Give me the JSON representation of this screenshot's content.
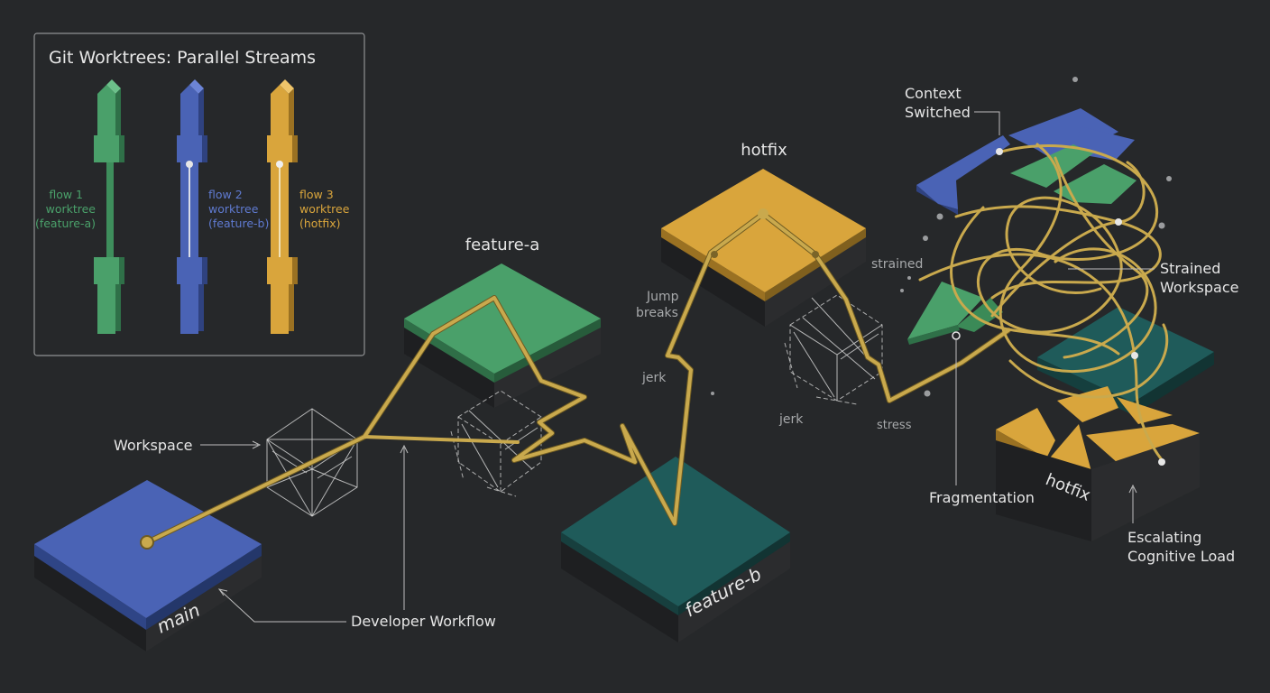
{
  "legend": {
    "title": "Git Worktrees: Parallel Streams",
    "flows": [
      {
        "lines": [
          "flow 1",
          "worktree",
          "(feature-a)"
        ],
        "color": "#4aa06a"
      },
      {
        "lines": [
          "flow 2",
          "worktree",
          "(feature-b)"
        ],
        "color": "#4a63b5"
      },
      {
        "lines": [
          "flow 3",
          "worktree",
          "(hotfix)"
        ],
        "color": "#d9a53c"
      }
    ]
  },
  "platforms": {
    "main": "main",
    "feature_a": "feature-a",
    "feature_b": "feature-b",
    "hotfix": "hotfix",
    "hotfix_broken": "hotfix"
  },
  "annotations": {
    "workspace": "Workspace",
    "developer_workflow": "Developer Workflow",
    "jump_breaks": [
      "Jump",
      "breaks"
    ],
    "jerk_1": "jerk",
    "jerk_2": "jerk",
    "strained_small": "strained",
    "stress": "stress",
    "context_switched": [
      "Context",
      "Switched"
    ],
    "strained_workspace": [
      "Strained",
      "Workspace"
    ],
    "fragmentation": "Fragmentation",
    "escalating_load": [
      "Escalating",
      "Cognitive Load"
    ]
  },
  "colors": {
    "background": "#26282a",
    "main": "#4a63b5",
    "feature_a": "#4aa06a",
    "feature_b": "#1f5b5a",
    "hotfix": "#d9a53c",
    "wire": "#c9a94d"
  }
}
